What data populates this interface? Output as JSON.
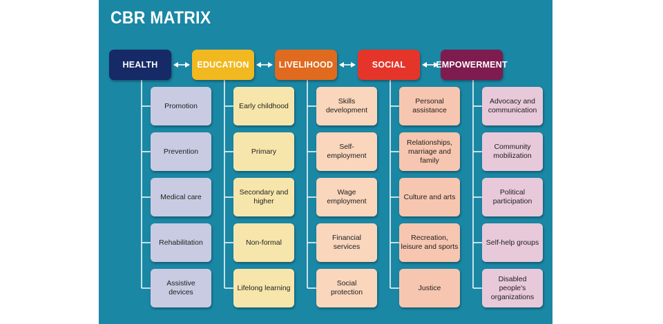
{
  "title": "CBR MATRIX",
  "colors": {
    "background": "#1a87a5",
    "connector": "#ffffff"
  },
  "pillars": [
    {
      "label": "HEALTH",
      "color": "#152a66",
      "cell_color": "#c9cbe2",
      "components": [
        "Promotion",
        "Prevention",
        "Medical care",
        "Rehabilitation",
        "Assistive\ndevices"
      ]
    },
    {
      "label": "EDUCATION",
      "color": "#f2b820",
      "cell_color": "#f7e6ac",
      "components": [
        "Early childhood",
        "Primary",
        "Secondary and\nhigher",
        "Non-formal",
        "Lifelong learning"
      ]
    },
    {
      "label": "LIVELIHOOD",
      "color": "#e06a1e",
      "cell_color": "#f9d6bc",
      "components": [
        "Skills\ndevelopment",
        "Self-\nemployment",
        "Wage\nemployment",
        "Financial\nservices",
        "Social\nprotection"
      ]
    },
    {
      "label": "SOCIAL",
      "color": "#e5352b",
      "cell_color": "#f7c6b0",
      "components": [
        "Personal\nassistance",
        "Relationships,\nmarriage and\nfamily",
        "Culture and arts",
        "Recreation,\nleisure and sports",
        "Justice"
      ]
    },
    {
      "label": "EMPOWERMENT",
      "color": "#7e1b4f",
      "cell_color": "#e8c9da",
      "components": [
        "Advocacy and\ncommunication",
        "Community\nmobilization",
        "Political\nparticipation",
        "Self-help groups",
        "Disabled\npeople's\norganizations"
      ]
    }
  ]
}
